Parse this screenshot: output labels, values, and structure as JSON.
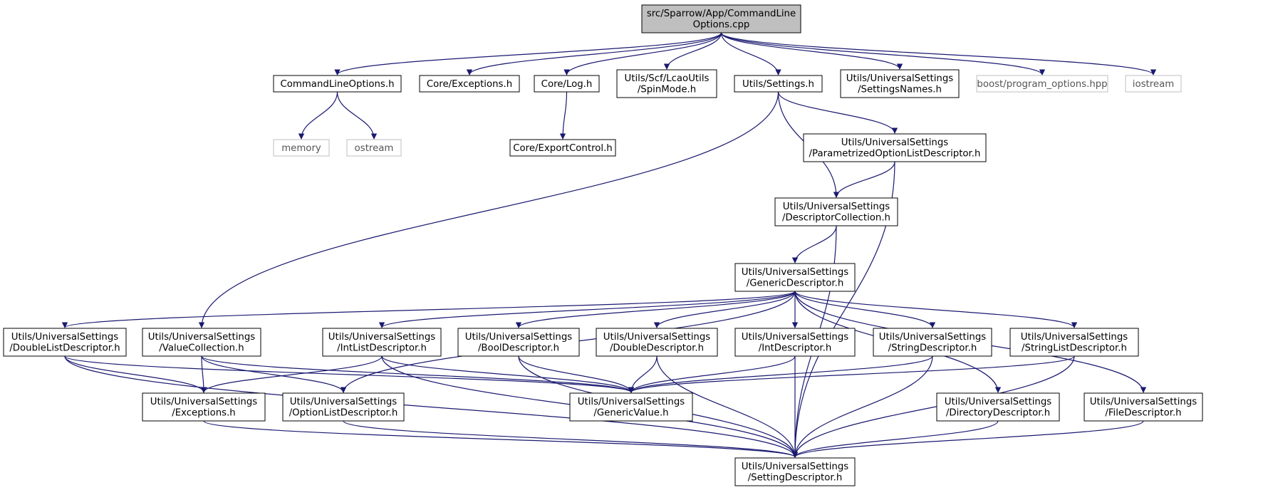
{
  "colors": {
    "edge": "#191970",
    "node_border": "#000000",
    "root_fill": "#bfbfbf",
    "node_fill": "#ffffff",
    "external_border": "#bfbfbf"
  },
  "nodes": [
    {
      "id": "root",
      "lines": [
        "src/Sparrow/App/CommandLine",
        "Options.cpp"
      ],
      "kind": "root"
    },
    {
      "id": "cmdopt",
      "lines": [
        "CommandLineOptions.h"
      ],
      "kind": "header"
    },
    {
      "id": "coreexc",
      "lines": [
        "Core/Exceptions.h"
      ],
      "kind": "header"
    },
    {
      "id": "corelog",
      "lines": [
        "Core/Log.h"
      ],
      "kind": "header"
    },
    {
      "id": "spinmode",
      "lines": [
        "Utils/Scf/LcaoUtils",
        "/SpinMode.h"
      ],
      "kind": "header"
    },
    {
      "id": "settings",
      "lines": [
        "Utils/Settings.h"
      ],
      "kind": "header"
    },
    {
      "id": "settnames",
      "lines": [
        "Utils/UniversalSettings",
        "/SettingsNames.h"
      ],
      "kind": "header"
    },
    {
      "id": "boostpo",
      "lines": [
        "boost/program_options.hpp"
      ],
      "kind": "external"
    },
    {
      "id": "iostream",
      "lines": [
        "iostream"
      ],
      "kind": "external"
    },
    {
      "id": "memory",
      "lines": [
        "memory"
      ],
      "kind": "external"
    },
    {
      "id": "ostream",
      "lines": [
        "ostream"
      ],
      "kind": "external"
    },
    {
      "id": "exportctl",
      "lines": [
        "Core/ExportControl.h"
      ],
      "kind": "header"
    },
    {
      "id": "paramopt",
      "lines": [
        "Utils/UniversalSettings",
        "/ParametrizedOptionListDescriptor.h"
      ],
      "kind": "header"
    },
    {
      "id": "desccoll",
      "lines": [
        "Utils/UniversalSettings",
        "/DescriptorCollection.h"
      ],
      "kind": "header"
    },
    {
      "id": "gendesc",
      "lines": [
        "Utils/UniversalSettings",
        "/GenericDescriptor.h"
      ],
      "kind": "header"
    },
    {
      "id": "dbllist",
      "lines": [
        "Utils/UniversalSettings",
        "/DoubleListDescriptor.h"
      ],
      "kind": "header"
    },
    {
      "id": "valcoll",
      "lines": [
        "Utils/UniversalSettings",
        "/ValueCollection.h"
      ],
      "kind": "header"
    },
    {
      "id": "intlist",
      "lines": [
        "Utils/UniversalSettings",
        "/IntListDescriptor.h"
      ],
      "kind": "header"
    },
    {
      "id": "booldesc",
      "lines": [
        "Utils/UniversalSettings",
        "/BoolDescriptor.h"
      ],
      "kind": "header"
    },
    {
      "id": "dbldesc",
      "lines": [
        "Utils/UniversalSettings",
        "/DoubleDescriptor.h"
      ],
      "kind": "header"
    },
    {
      "id": "intdesc",
      "lines": [
        "Utils/UniversalSettings",
        "/IntDescriptor.h"
      ],
      "kind": "header"
    },
    {
      "id": "strdesc",
      "lines": [
        "Utils/UniversalSettings",
        "/StringDescriptor.h"
      ],
      "kind": "header"
    },
    {
      "id": "strlist",
      "lines": [
        "Utils/UniversalSettings",
        "/StringListDescriptor.h"
      ],
      "kind": "header"
    },
    {
      "id": "usexc",
      "lines": [
        "Utils/UniversalSettings",
        "/Exceptions.h"
      ],
      "kind": "header"
    },
    {
      "id": "optlist",
      "lines": [
        "Utils/UniversalSettings",
        "/OptionListDescriptor.h"
      ],
      "kind": "header"
    },
    {
      "id": "genval",
      "lines": [
        "Utils/UniversalSettings",
        "/GenericValue.h"
      ],
      "kind": "header"
    },
    {
      "id": "dirdesc",
      "lines": [
        "Utils/UniversalSettings",
        "/DirectoryDescriptor.h"
      ],
      "kind": "header"
    },
    {
      "id": "filedesc",
      "lines": [
        "Utils/UniversalSettings",
        "/FileDescriptor.h"
      ],
      "kind": "header"
    },
    {
      "id": "settdesc",
      "lines": [
        "Utils/UniversalSettings",
        "/SettingDescriptor.h"
      ],
      "kind": "header"
    }
  ],
  "edges": [
    [
      "root",
      "cmdopt"
    ],
    [
      "root",
      "coreexc"
    ],
    [
      "root",
      "corelog"
    ],
    [
      "root",
      "spinmode"
    ],
    [
      "root",
      "settings"
    ],
    [
      "root",
      "settnames"
    ],
    [
      "root",
      "boostpo"
    ],
    [
      "root",
      "iostream"
    ],
    [
      "cmdopt",
      "memory"
    ],
    [
      "cmdopt",
      "ostream"
    ],
    [
      "corelog",
      "exportctl"
    ],
    [
      "settings",
      "valcoll"
    ],
    [
      "settings",
      "desccoll"
    ],
    [
      "settings",
      "paramopt"
    ],
    [
      "paramopt",
      "desccoll"
    ],
    [
      "paramopt",
      "settdesc"
    ],
    [
      "desccoll",
      "gendesc"
    ],
    [
      "desccoll",
      "settdesc"
    ],
    [
      "gendesc",
      "dbllist"
    ],
    [
      "gendesc",
      "intlist"
    ],
    [
      "gendesc",
      "booldesc"
    ],
    [
      "gendesc",
      "dbldesc"
    ],
    [
      "gendesc",
      "intdesc"
    ],
    [
      "gendesc",
      "strdesc"
    ],
    [
      "gendesc",
      "strlist"
    ],
    [
      "gendesc",
      "optlist"
    ],
    [
      "gendesc",
      "dirdesc"
    ],
    [
      "gendesc",
      "filedesc"
    ],
    [
      "dbllist",
      "usexc"
    ],
    [
      "dbllist",
      "genval"
    ],
    [
      "dbllist",
      "settdesc"
    ],
    [
      "valcoll",
      "usexc"
    ],
    [
      "valcoll",
      "optlist"
    ],
    [
      "valcoll",
      "genval"
    ],
    [
      "intlist",
      "usexc"
    ],
    [
      "intlist",
      "genval"
    ],
    [
      "intlist",
      "settdesc"
    ],
    [
      "booldesc",
      "genval"
    ],
    [
      "booldesc",
      "settdesc"
    ],
    [
      "dbldesc",
      "genval"
    ],
    [
      "dbldesc",
      "settdesc"
    ],
    [
      "intdesc",
      "genval"
    ],
    [
      "intdesc",
      "settdesc"
    ],
    [
      "strdesc",
      "genval"
    ],
    [
      "strdesc",
      "settdesc"
    ],
    [
      "strlist",
      "genval"
    ],
    [
      "strlist",
      "settdesc"
    ],
    [
      "usexc",
      "settdesc"
    ],
    [
      "optlist",
      "settdesc"
    ],
    [
      "dirdesc",
      "settdesc"
    ],
    [
      "filedesc",
      "settdesc"
    ]
  ]
}
